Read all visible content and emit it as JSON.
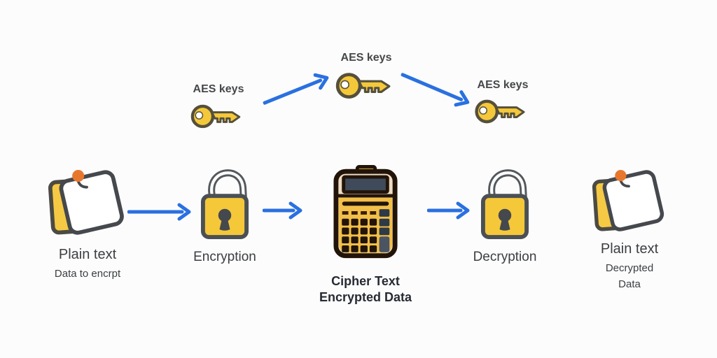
{
  "title": "AES encryption flow diagram",
  "background": "#fcfcfc",
  "palette": {
    "arrow_blue": "#2a70e0",
    "gold": "#f5c83a",
    "outline_dark": "#4b5054",
    "pin_orange": "#e8772e",
    "note_yellow": "#f6c944",
    "calc_beige": "#eddcc3",
    "calc_body_gold": "#f2bf49",
    "calc_display_slate": "#3f4a5a",
    "calc_outline": "#221408",
    "label_gray": "#3b3e42",
    "bold_dark": "#262a33"
  },
  "keys": [
    {
      "label": "AES keys"
    },
    {
      "label": "AES keys"
    },
    {
      "label": "AES keys"
    }
  ],
  "nodes": {
    "plain_left": {
      "title": "Plain text",
      "subtitle": "Data to encrpt"
    },
    "encryption": {
      "label": "Encryption"
    },
    "cipher": {
      "title": "Cipher Text",
      "subtitle": "Encrypted Data"
    },
    "decryption": {
      "label": "Decryption"
    },
    "plain_right": {
      "title": "Plain text",
      "subtitle_line1": "Decrypted",
      "subtitle_line2": "Data"
    }
  }
}
